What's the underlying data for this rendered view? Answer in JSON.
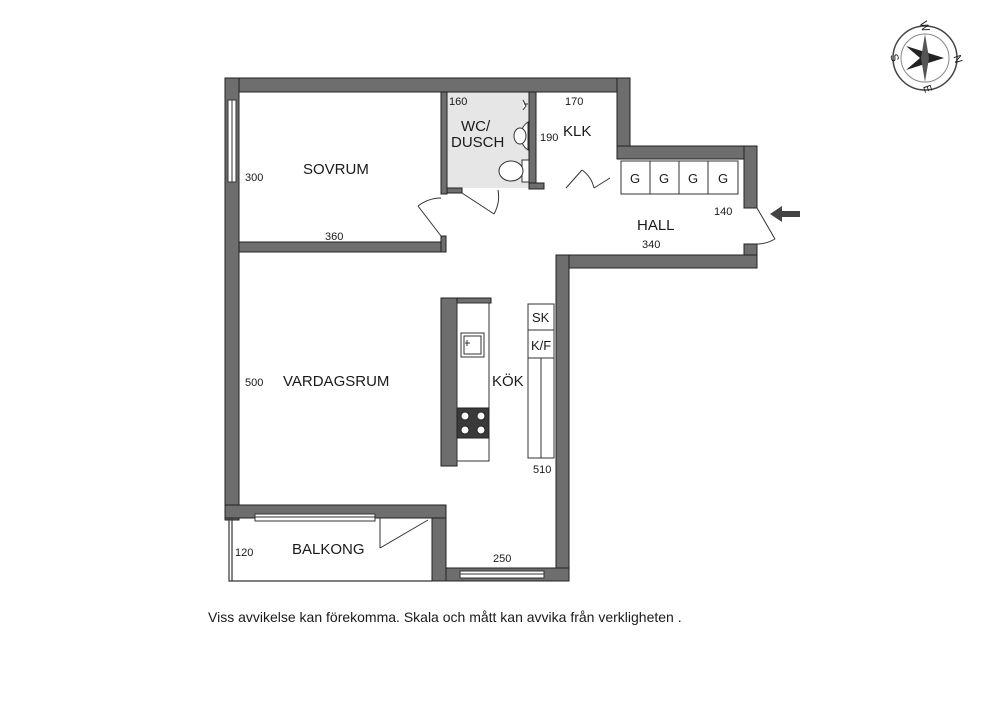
{
  "rooms": {
    "sovrum": "SOVRUM",
    "wc_line1": "WC/",
    "wc_line2": "DUSCH",
    "klk": "KLK",
    "hall": "HALL",
    "vardagsrum": "VARDAGSRUM",
    "kok": "KÖK",
    "balkong": "BALKONG"
  },
  "dimensions": {
    "sovrum_height": "300",
    "sovrum_width": "360",
    "wc_width": "160",
    "klk_width": "170",
    "klk_height": "190",
    "hall_height": "140",
    "hall_width": "340",
    "vardagsrum_height": "500",
    "kok_length": "510",
    "balkong_depth": "120",
    "kok_width": "250"
  },
  "cabinets": [
    "G",
    "G",
    "G",
    "G"
  ],
  "appliances": {
    "sk": "SK",
    "kf": "K/F"
  },
  "compass": {
    "n": "N",
    "e": "E",
    "s": "S",
    "w": "W"
  },
  "disclaimer": "Viss avvikelse kan förekomma. Skala och mått kan avvika från verkligheten ."
}
